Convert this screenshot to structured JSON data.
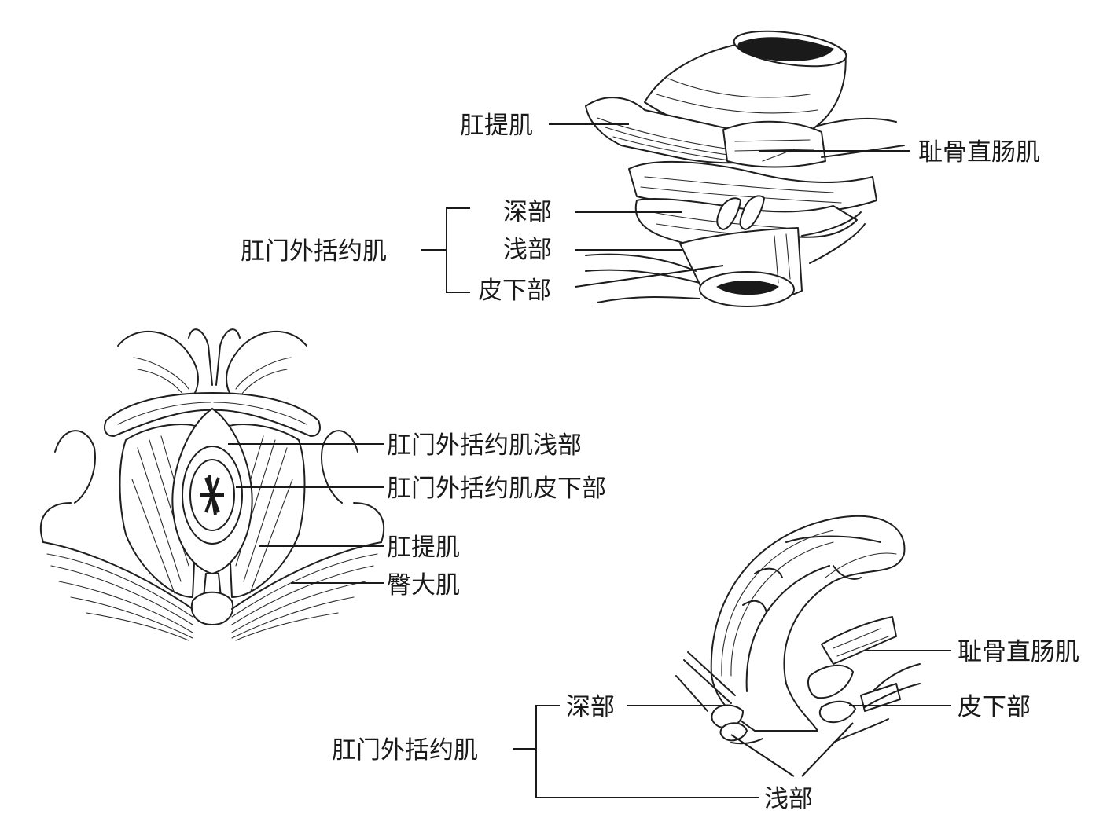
{
  "figure1": {
    "levator_ani": "肛提肌",
    "puborectalis": "耻骨直肠肌",
    "group": "肛门外括约肌",
    "deep": "深部",
    "superficial": "浅部",
    "subcutaneous": "皮下部"
  },
  "figure2": {
    "ext_superficial": "肛门外括约肌浅部",
    "ext_subcutaneous": "肛门外括约肌皮下部",
    "levator_ani": "肛提肌",
    "gluteus_maximus": "臀大肌"
  },
  "figure3": {
    "puborectalis": "耻骨直肠肌",
    "subcutaneous": "皮下部",
    "deep": "深部",
    "group": "肛门外括约肌",
    "superficial": "浅部"
  }
}
